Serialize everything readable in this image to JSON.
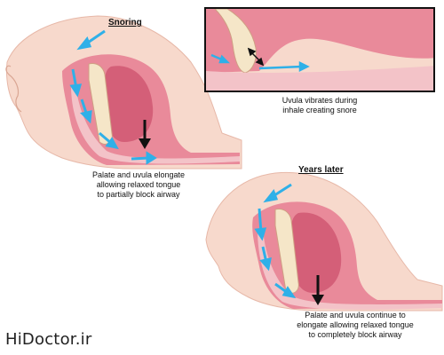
{
  "titles": {
    "top": "Snoring",
    "bottom": "Years later"
  },
  "captions": {
    "inset": [
      "Uvula vibrates during",
      "inhale creating snore"
    ],
    "top_left": [
      "Palate and uvula elongate",
      "allowing relaxed tongue",
      "to partially block airway"
    ],
    "bottom_right": [
      "Palate and uvula continue to",
      "elongate allowing relaxed tongue",
      "to completely block airway"
    ]
  },
  "watermark": "HiDoctor.ir",
  "colors": {
    "skin": "#f7d9cc",
    "tissue": "#e98a9a",
    "tissue_dark": "#d45f78",
    "airway": "#f3c3c8",
    "arrow_blue": "#2fb0e8",
    "arrow_black": "#111111"
  }
}
